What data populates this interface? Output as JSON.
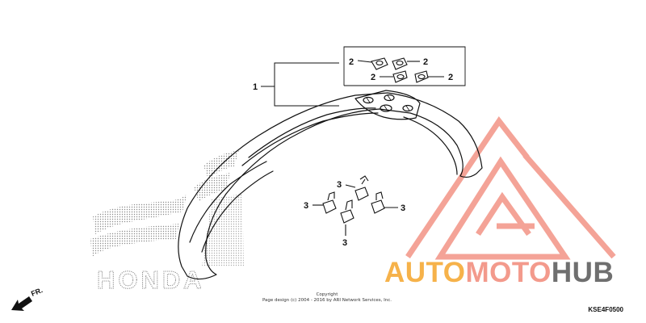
{
  "callouts": {
    "fender": "1",
    "clip_a": "2",
    "clip_b": "2",
    "clip_c": "2",
    "clip_d": "2",
    "bolt_top": "3",
    "bolt_left": "3",
    "bolt_bottom": "3",
    "bolt_right": "3"
  },
  "direction_label": "FR.",
  "brand_logo_text": "HONDA",
  "copyright": {
    "line1": "Copyright",
    "line2": "Page design (c) 2004 - 2016 by ARI Network Services, Inc."
  },
  "diagram_code": "KSE4F0500",
  "watermark": {
    "part1": "AUTO",
    "part2": "MOTO",
    "part3": "HUB",
    "color_orange": "#f6b24a",
    "color_red": "#f39a8c",
    "color_gray": "#6f6f6f"
  }
}
